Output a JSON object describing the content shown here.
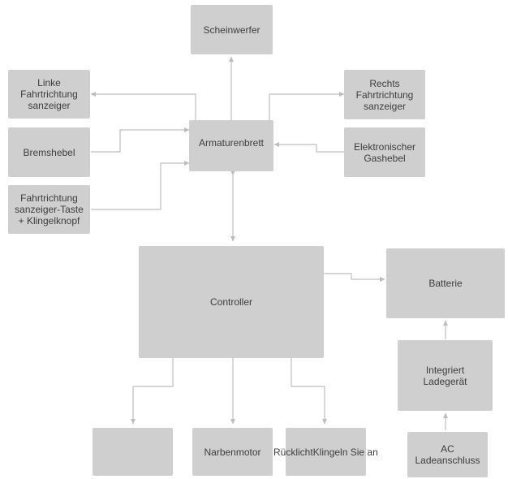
{
  "nodes": {
    "scheinwerfer": "Scheinwerfer",
    "linke": "Linke\nFahrtrichtung\nsanzeiger",
    "rechts": "Rechts\nFahrtrichtung\nsanzeiger",
    "bremshebel": "Bremshebel",
    "armaturenbrett": "Armaturenbrett",
    "gashebel": "Elektronischer\nGashebel",
    "taste": "Fahrtrichtung\nsanzeiger-Taste\n+ Klingelknopf",
    "controller": "Controller",
    "batterie": "Batterie",
    "ladegeraet": "Integriert\nLadegerät",
    "unlabeled": "",
    "narbenmotor": "Narbenmotor",
    "ruecklicht": "RücklichtKlingeln Sie an",
    "ac": "AC\nLadeanschluss"
  },
  "colors": {
    "box": "#cfcfcf",
    "line": "#bdbdbd",
    "text": "#3d3d3d"
  }
}
